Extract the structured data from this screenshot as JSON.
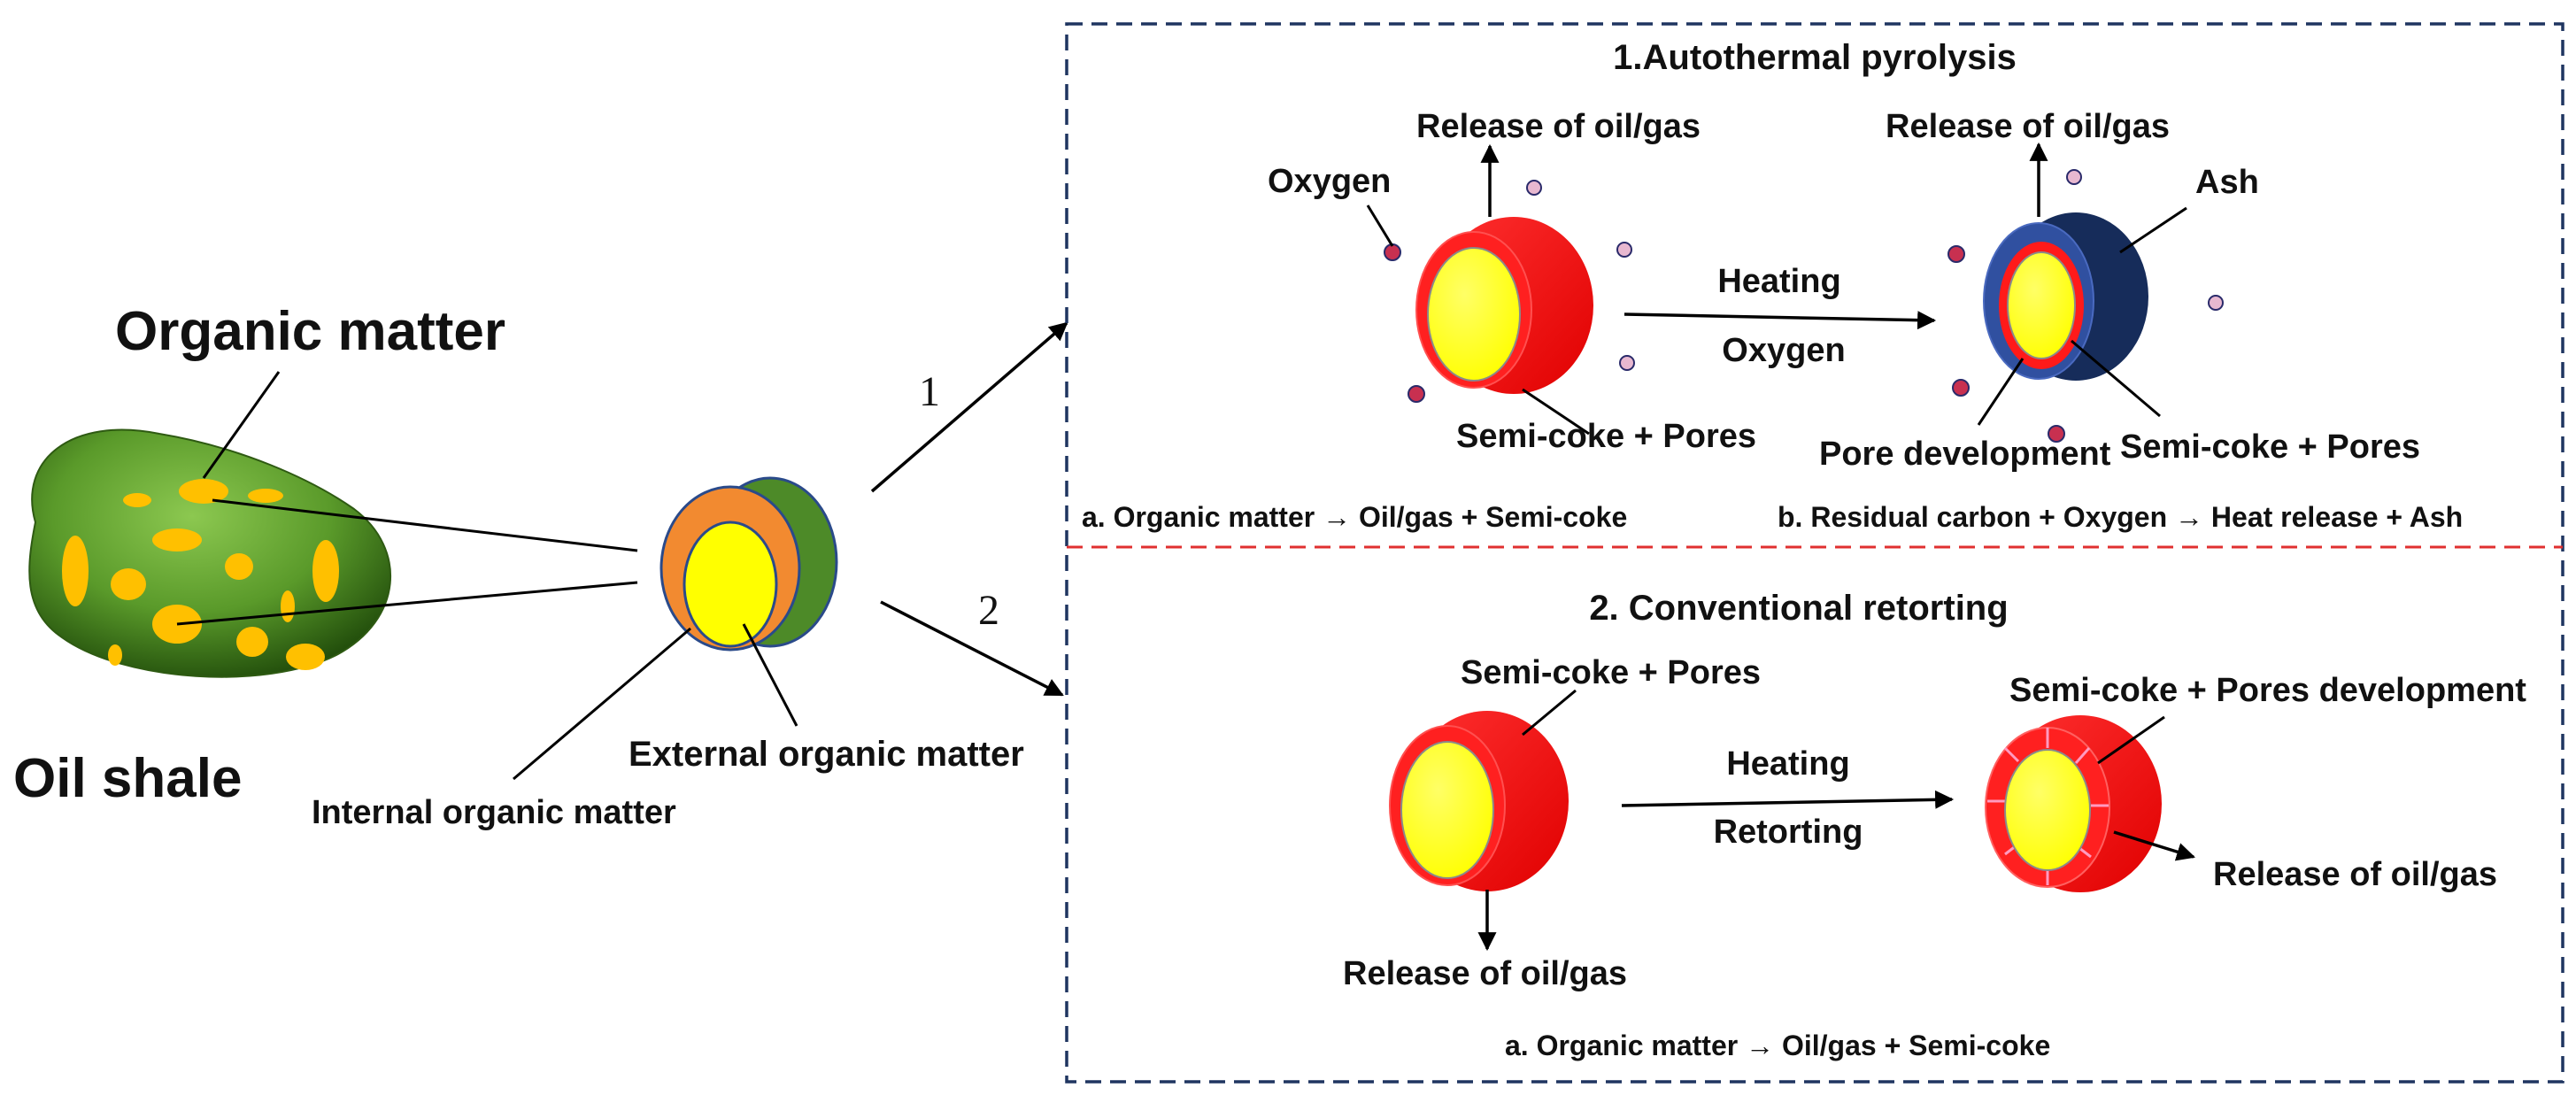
{
  "left": {
    "organic_matter_label": "Organic matter",
    "oil_shale_label": "Oil shale",
    "internal_label": "Internal organic matter",
    "external_label": "External organic matter",
    "path_1": "1",
    "path_2": "2"
  },
  "autothermal": {
    "title": "1.Autothermal pyrolysis",
    "oxygen_label": "Oxygen",
    "release_a": "Release of oil/gas",
    "release_b": "Release of oil/gas",
    "semicoke_a": "Semi-coke + Pores",
    "heating": "Heating",
    "oxygen_arrow": "Oxygen",
    "ash": "Ash",
    "pore_development": "Pore development",
    "semicoke_b": "Semi-coke + Pores",
    "reaction_a": "a. Organic matter → Oil/gas + Semi-coke",
    "reaction_b": "b. Residual carbon + Oxygen → Heat release + Ash"
  },
  "conventional": {
    "title": "2. Conventional retorting",
    "semicoke_a": "Semi-coke + Pores",
    "heating": "Heating",
    "retorting": "Retorting",
    "semicoke_b": "Semi-coke + Pores development",
    "release_a": "Release of oil/gas",
    "release_b": "Release of oil/gas",
    "reaction_a": "a. Organic matter → Oil/gas + Semi-coke"
  },
  "colors": {
    "shale_green": "#5a9a2a",
    "yellow": "#ffff00",
    "orange": "#f28a30",
    "red": "#ff1a1a",
    "dark_red": "#d40000",
    "ash_blue": "#1f3c78",
    "ash_dark": "#162c5a",
    "panel_border": "#1f3560",
    "divider": "#e03030",
    "oxygen_dot": "#c83050",
    "oxygen_dot_light": "#e8b8d0"
  }
}
